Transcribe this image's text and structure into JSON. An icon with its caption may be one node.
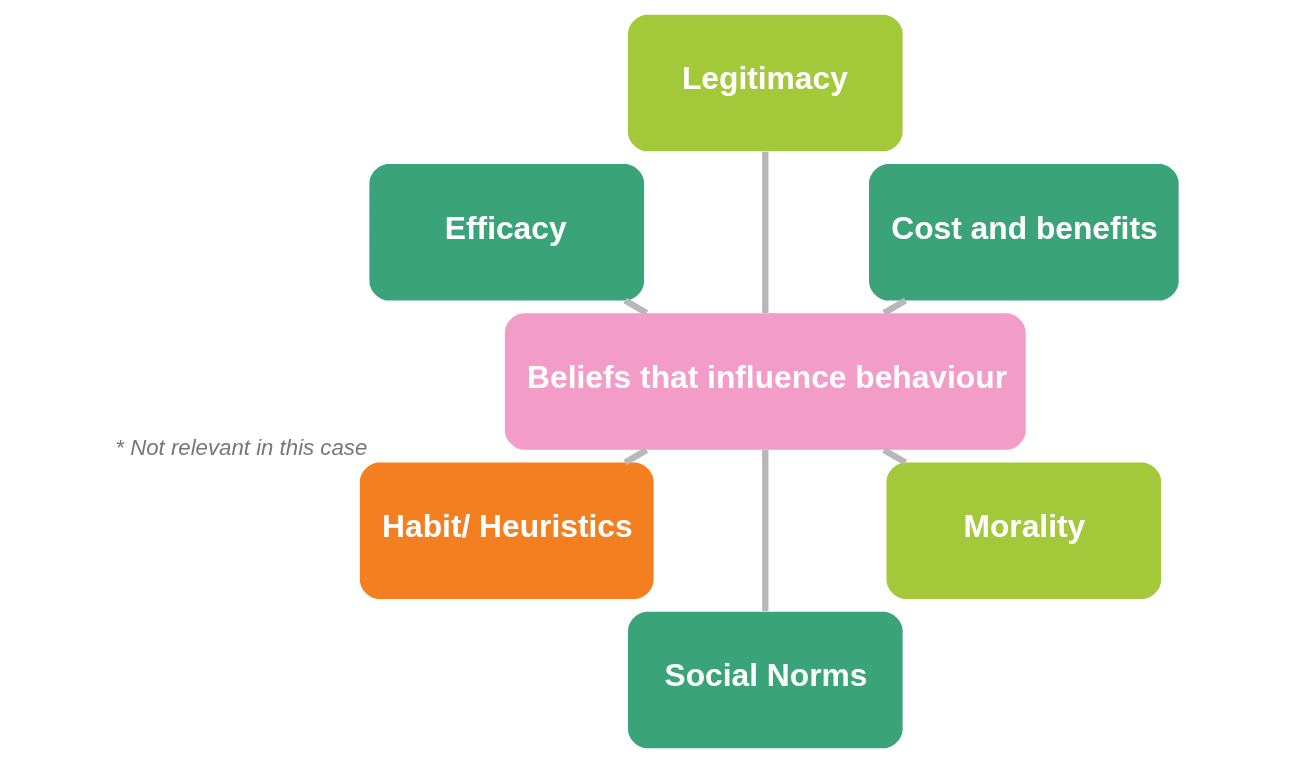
{
  "diagram": {
    "nodes": [
      {
        "text": [
          "Beliefs that influence behaviour"
        ]
      },
      {
        "text": [
          "Cost and benefits"
        ]
      },
      {
        "text": [
          "Legitimacy"
        ]
      },
      {
        "text": [
          "Efficacy"
        ]
      },
      {
        "text": [
          "Habit/ Heuristics"
        ],
        "beside": [
          "* Not relevant in this case"
        ]
      },
      {
        "text": [
          "Social Norms"
        ]
      },
      {
        "text": [
          "Morality"
        ]
      }
    ],
    "edges": [
      {
        "from": 0,
        "to": 1,
        "arrow": "none"
      },
      {
        "from": 0,
        "to": 2,
        "arrow": "none"
      },
      {
        "from": 0,
        "to": 3,
        "arrow": "none"
      },
      {
        "from": 0,
        "to": 4,
        "arrow": "none"
      },
      {
        "from": 0,
        "to": 5,
        "arrow": "none"
      },
      {
        "from": 0,
        "to": 6,
        "arrow": "none"
      }
    ]
  }
}
